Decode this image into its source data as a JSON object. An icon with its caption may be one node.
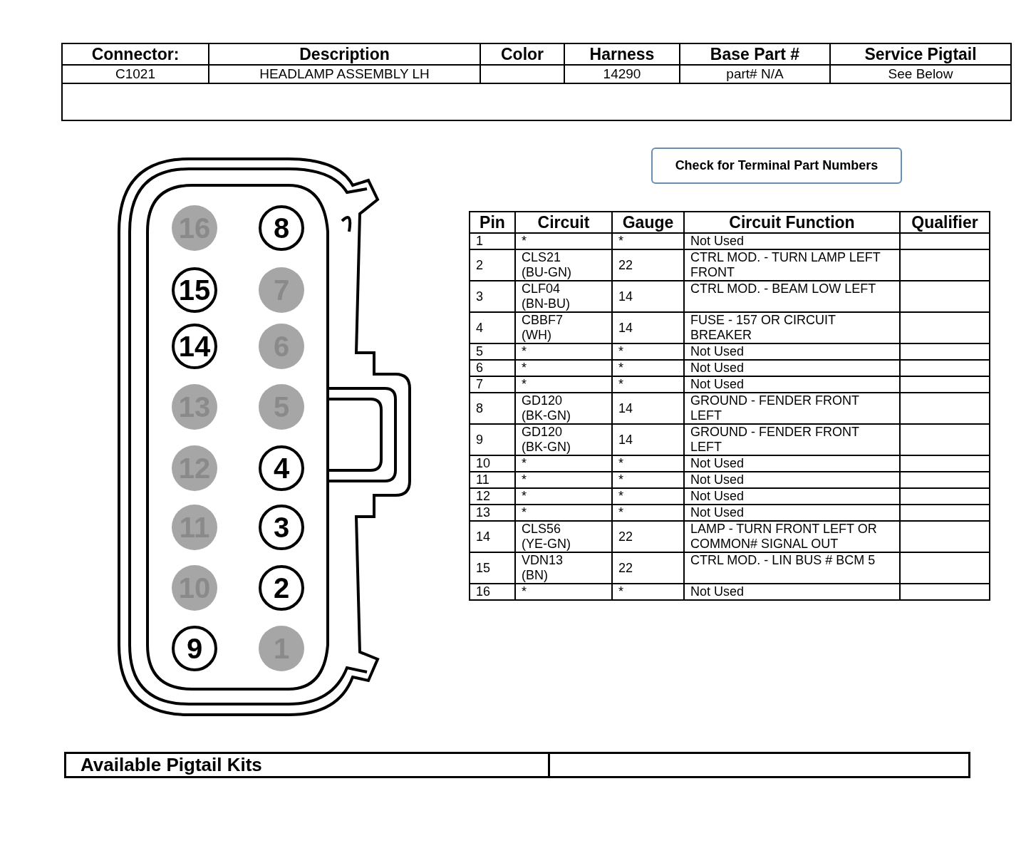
{
  "diagram": {
    "nodes": [
      {
        "text": [
          "Check for Terminal Part Numbers"
        ]
      },
      {
        "text": [
          "16"
        ]
      },
      {
        "text": [
          "8"
        ]
      },
      {
        "text": [
          "15"
        ]
      },
      {
        "text": [
          "7"
        ]
      },
      {
        "text": [
          "14"
        ]
      },
      {
        "text": [
          "6"
        ]
      },
      {
        "text": [
          "13"
        ]
      },
      {
        "text": [
          "5"
        ]
      },
      {
        "text": [
          "12"
        ]
      },
      {
        "text": [
          "4"
        ]
      },
      {
        "text": [
          "11"
        ]
      },
      {
        "text": [
          "3"
        ]
      },
      {
        "text": [
          "10"
        ]
      },
      {
        "text": [
          "2"
        ]
      },
      {
        "text": [
          "9"
        ]
      },
      {
        "text": [
          "1"
        ]
      }
    ],
    "labels": [
      "Connector:",
      "Description",
      "Color",
      "Harness",
      "Base Part #",
      "Service Pigtail",
      "C1021",
      "HEADLAMP ASSEMBLY LH",
      "14290",
      "part# N/A",
      "See Below",
      "Pin",
      "Circuit",
      "Gauge",
      "Circuit Function",
      "Qualifier",
      "1",
      "*",
      "*",
      "Not Used",
      "2",
      "CLS21 (BU-GN)",
      "22",
      "CTRL MOD. - TURN LAMP LEFT FRONT",
      "3",
      "CLF04 (BN-BU)",
      "14",
      "CTRL MOD. - BEAM LOW LEFT",
      "4",
      "CBBF7 (WH)",
      "14",
      "FUSE - 157 OR CIRCUIT BREAKER",
      "5",
      "*",
      "*",
      "Not Used",
      "6",
      "*",
      "*",
      "Not Used",
      "7",
      "*",
      "*",
      "Not Used",
      "8",
      "GD120 (BK-GN)",
      "14",
      "GROUND - FENDER FRONT LEFT",
      "9",
      "GD120 (BK-GN)",
      "14",
      "GROUND - FENDER FRONT LEFT",
      "10",
      "*",
      "*",
      "Not Used",
      "11",
      "*",
      "*",
      "Not Used",
      "12",
      "*",
      "*",
      "Not Used",
      "13",
      "*",
      "*",
      "Not Used",
      "14",
      "CLS56 (YE-GN)",
      "22",
      "LAMP - TURN FRONT LEFT OR COMMON# SIGNAL OUT",
      "15",
      "VDN13 (BN)",
      "22",
      "CTRL MOD. - LIN BUS # BCM 5",
      "16",
      "*",
      "*",
      "Not Used",
      "Available Pigtail Kits"
    ]
  }
}
